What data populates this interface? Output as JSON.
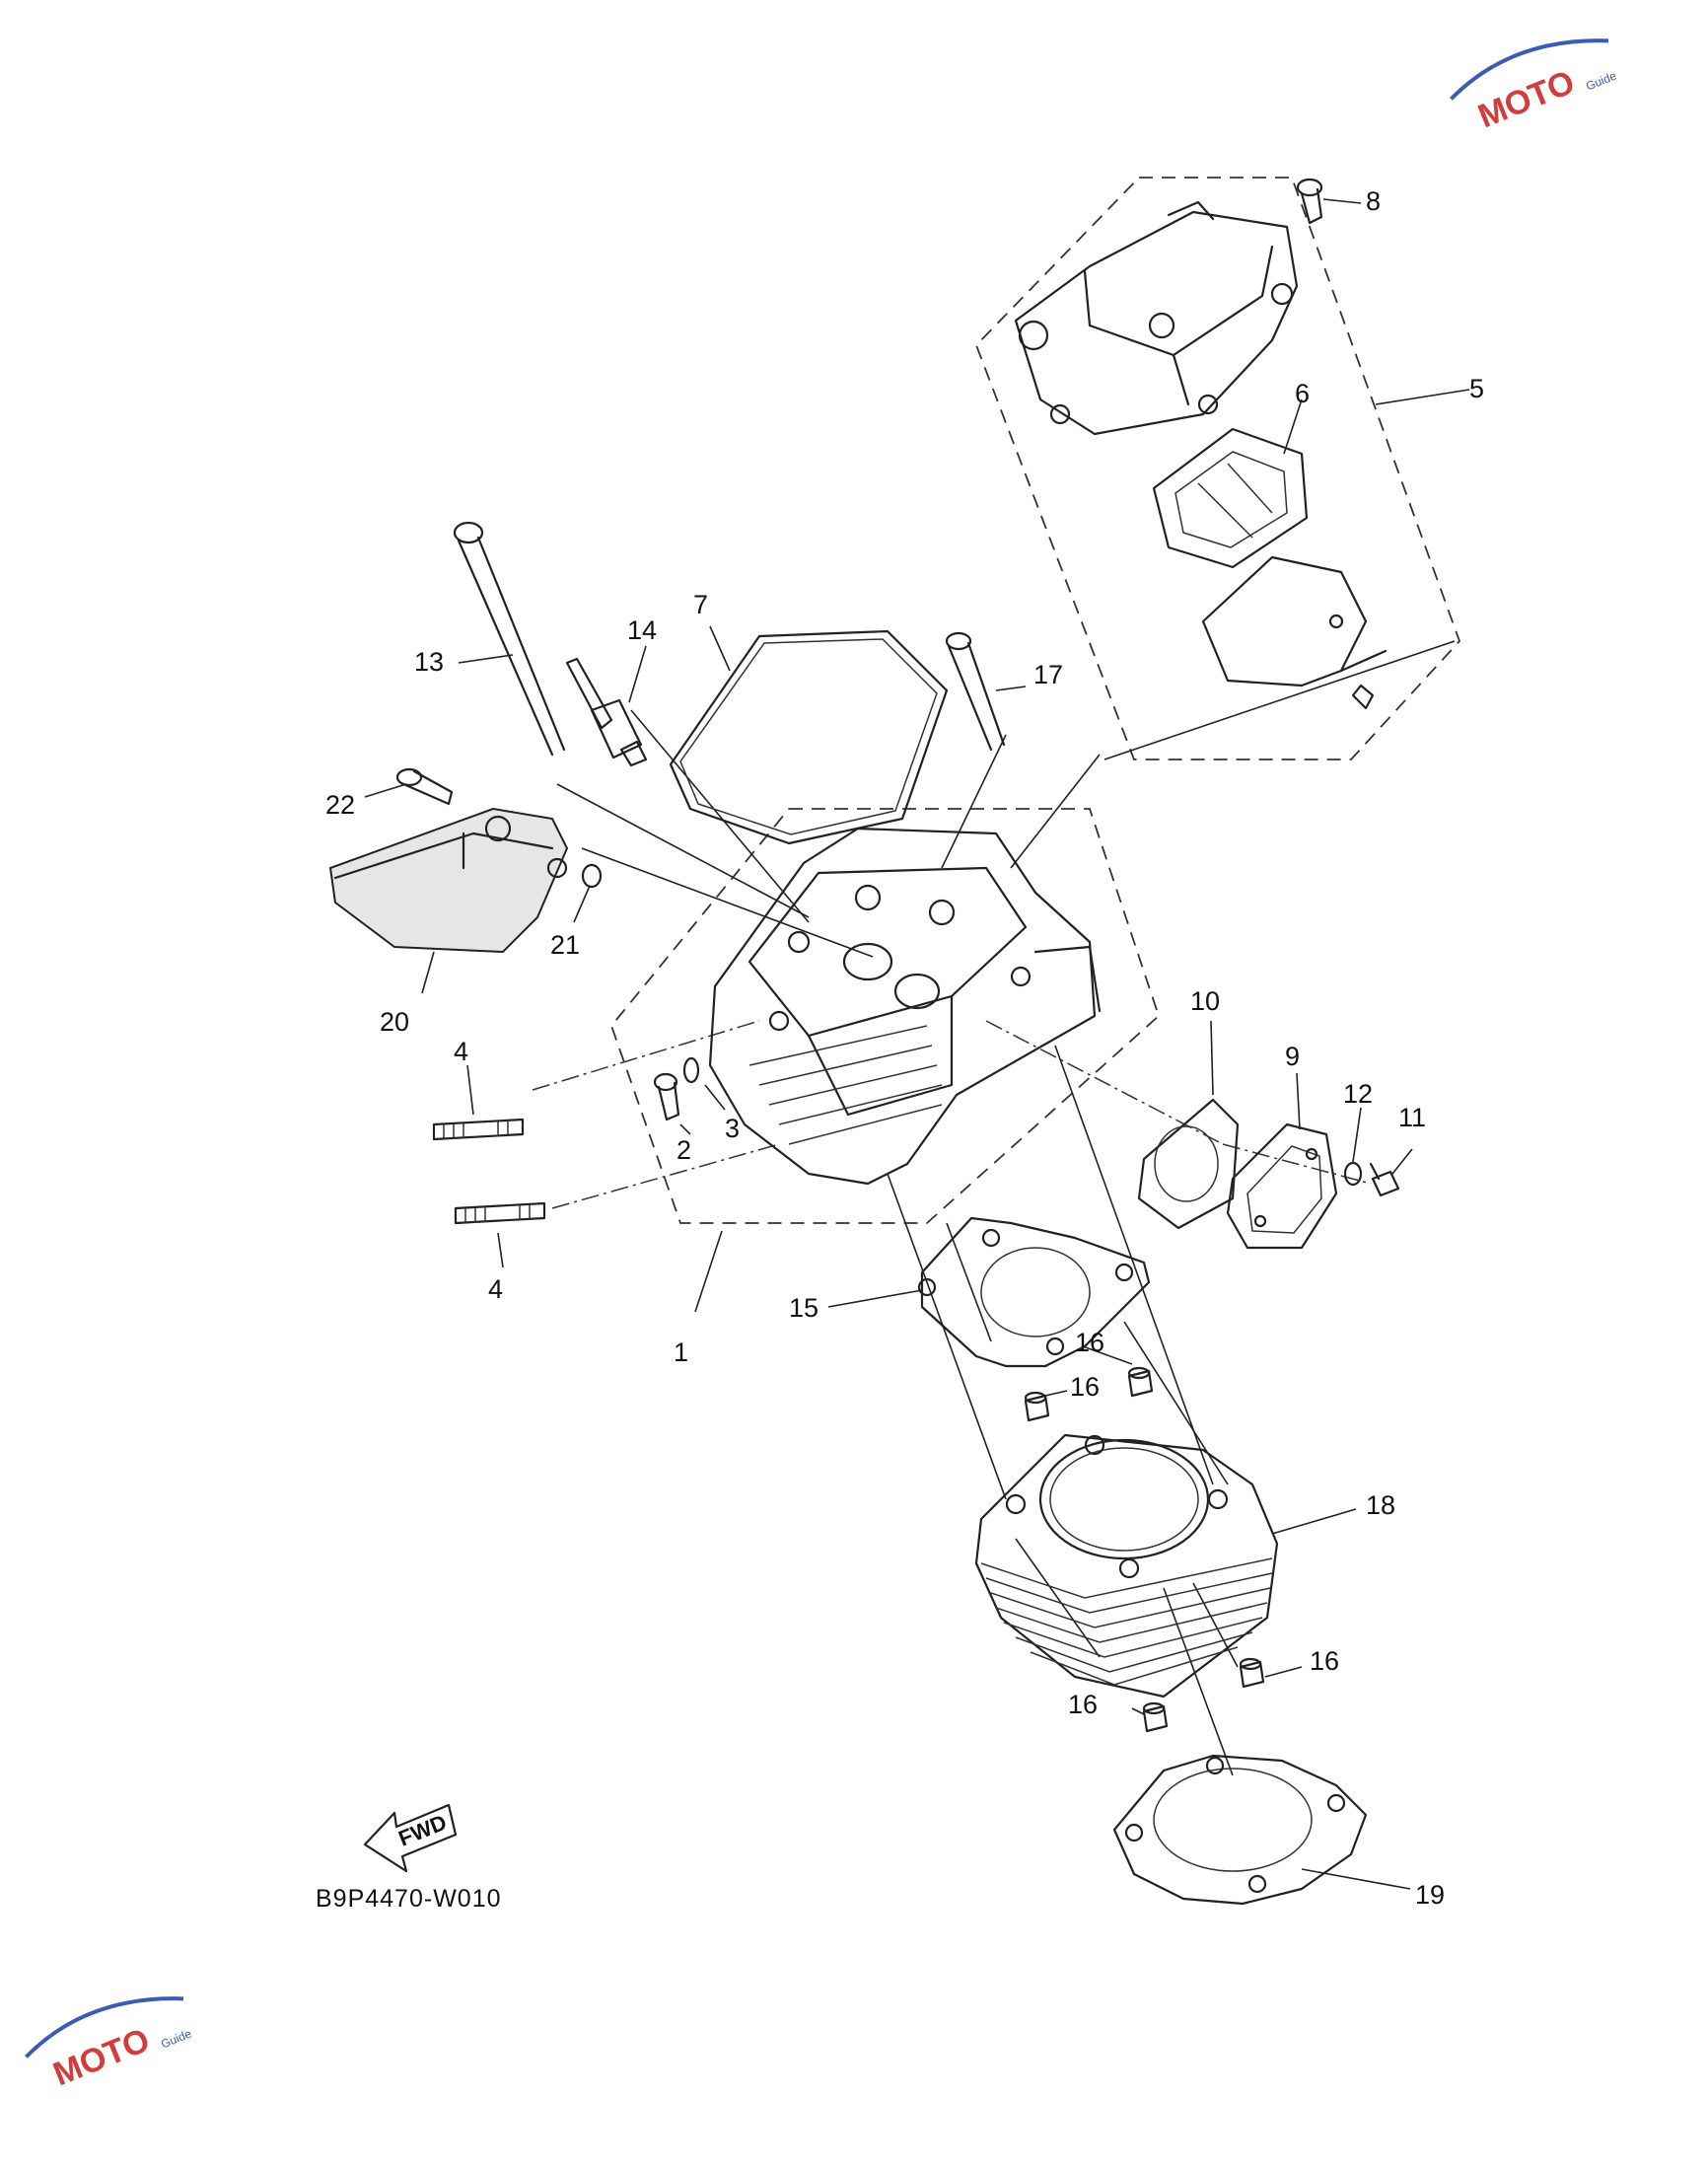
{
  "diagram_code": "B9P4470-W010",
  "fwd_label": "FWD",
  "watermark": "MOTO Guide",
  "colors": {
    "line": "#222222",
    "watermark_red": "#d23c3c",
    "watermark_blue": "#3b5bb5"
  },
  "callouts": [
    {
      "id": "1",
      "text": "1"
    },
    {
      "id": "2",
      "text": "2"
    },
    {
      "id": "3",
      "text": "3"
    },
    {
      "id": "4a",
      "text": "4"
    },
    {
      "id": "4b",
      "text": "4"
    },
    {
      "id": "5",
      "text": "5"
    },
    {
      "id": "6",
      "text": "6"
    },
    {
      "id": "7",
      "text": "7"
    },
    {
      "id": "8",
      "text": "8"
    },
    {
      "id": "9",
      "text": "9"
    },
    {
      "id": "10",
      "text": "10"
    },
    {
      "id": "11",
      "text": "11"
    },
    {
      "id": "12",
      "text": "12"
    },
    {
      "id": "13",
      "text": "13"
    },
    {
      "id": "14",
      "text": "14"
    },
    {
      "id": "15",
      "text": "15"
    },
    {
      "id": "16a",
      "text": "16"
    },
    {
      "id": "16b",
      "text": "16"
    },
    {
      "id": "16c",
      "text": "16"
    },
    {
      "id": "16d",
      "text": "16"
    },
    {
      "id": "17",
      "text": "17"
    },
    {
      "id": "18",
      "text": "18"
    },
    {
      "id": "19",
      "text": "19"
    },
    {
      "id": "20",
      "text": "20"
    },
    {
      "id": "21",
      "text": "21"
    },
    {
      "id": "22",
      "text": "22"
    }
  ]
}
